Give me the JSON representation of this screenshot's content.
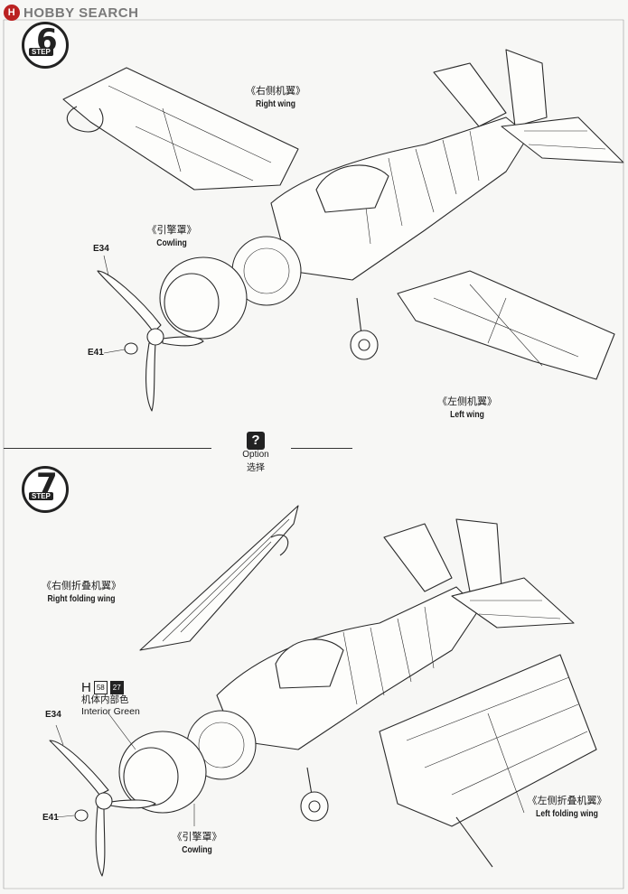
{
  "header": {
    "logo_text": "HOBBY SEARCH",
    "logo_mark": "H"
  },
  "step6": {
    "badge": {
      "number": "6",
      "word": "STEP"
    },
    "right_wing": {
      "cn": "《右侧机翼》",
      "en": "Right wing"
    },
    "cowling": {
      "cn": "《引擎罩》",
      "en": "Cowling"
    },
    "left_wing": {
      "cn": "《左侧机翼》",
      "en": "Left wing"
    },
    "parts": {
      "prop": "E34",
      "spinner": "E41"
    }
  },
  "option": {
    "icon": "?",
    "en": "Option",
    "cn": "选择"
  },
  "step7": {
    "badge": {
      "number": "7",
      "word": "STEP"
    },
    "right_folding_wing": {
      "cn": "《右侧折叠机翼》",
      "en": "Right folding wing"
    },
    "left_folding_wing": {
      "cn": "《左侧折叠机翼》",
      "en": "Left folding wing"
    },
    "cowling": {
      "cn": "《引擎罩》",
      "en": "Cowling"
    },
    "paint": {
      "letter": "H",
      "code1": "58",
      "code2": "27",
      "cn": "机体内部色",
      "en": "Interior Green"
    },
    "parts": {
      "prop": "E34",
      "spinner": "E41"
    }
  }
}
